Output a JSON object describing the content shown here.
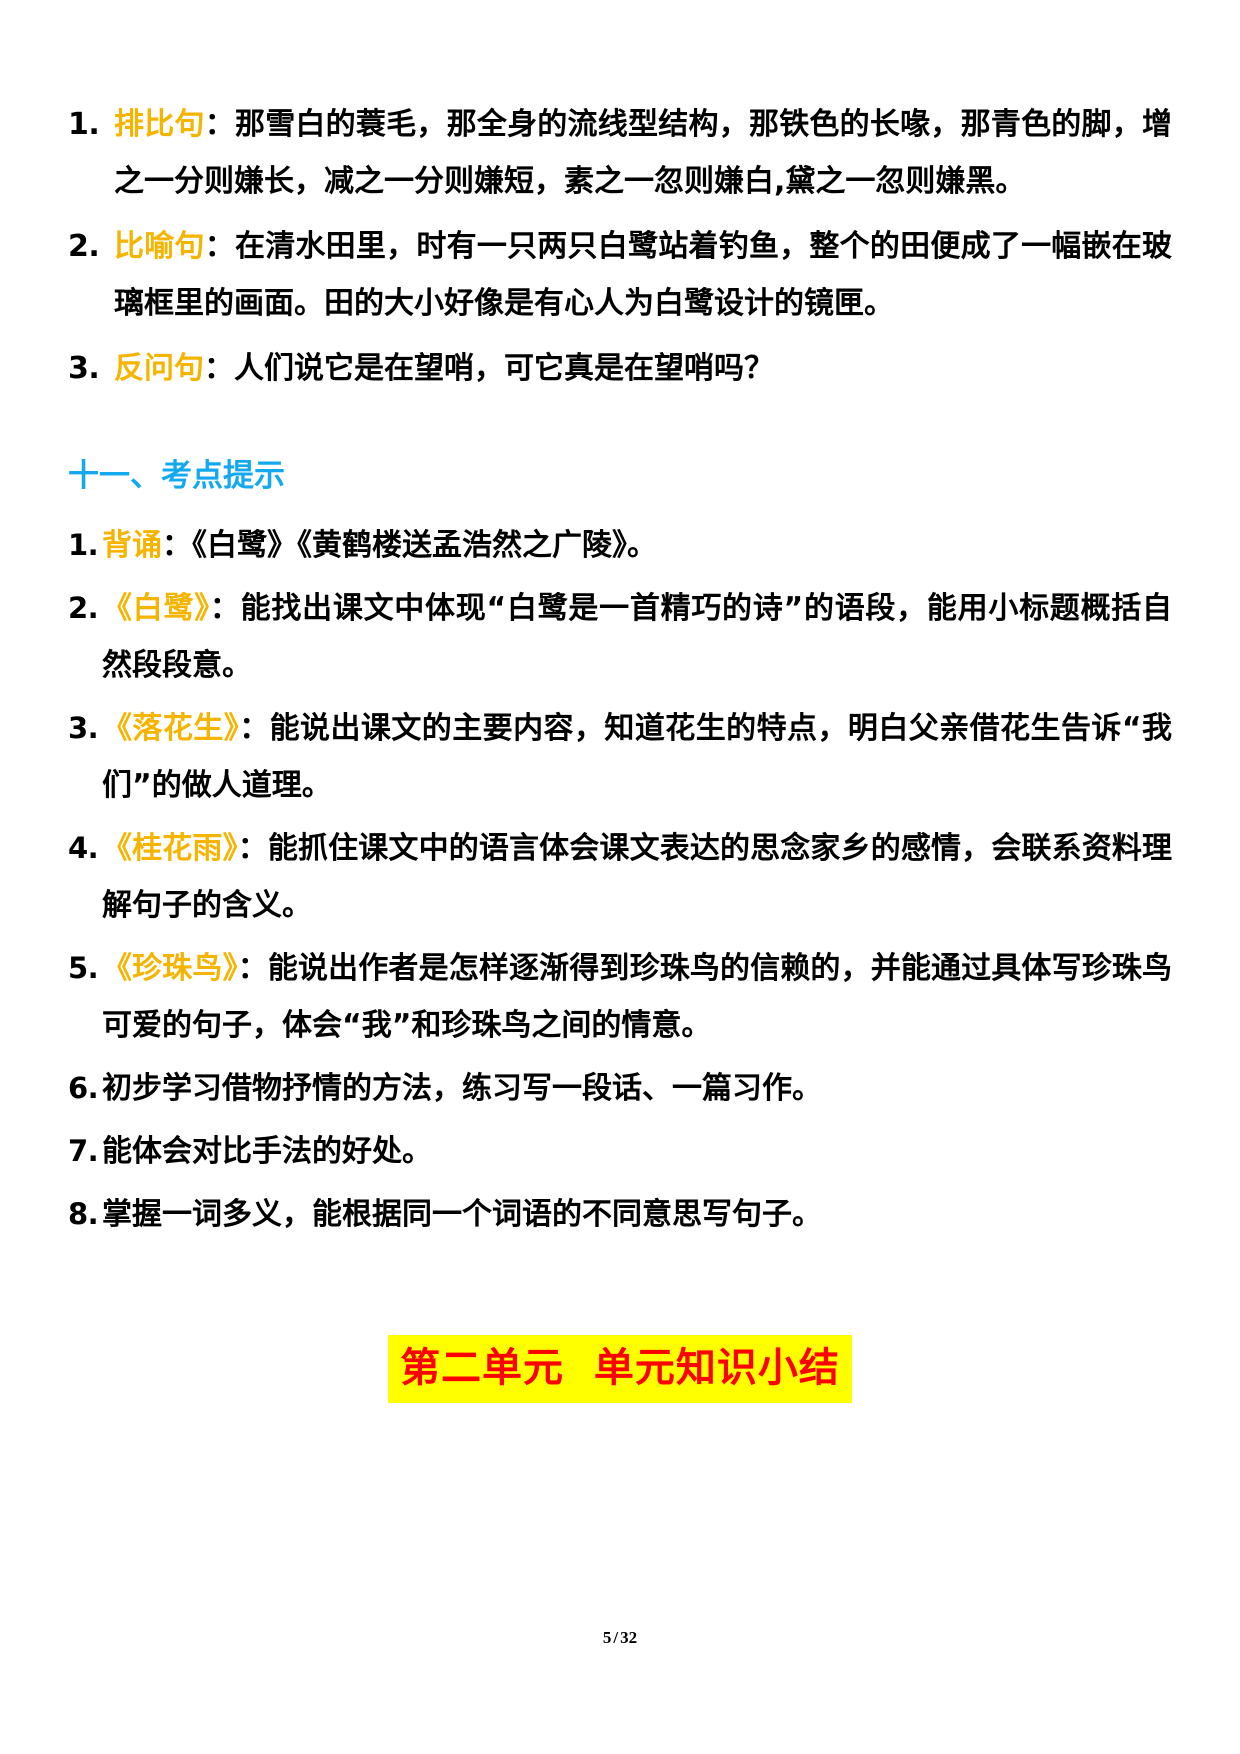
{
  "document": {
    "page_label": "5",
    "page_separator": "/",
    "page_total": "32"
  },
  "colors": {
    "tag_yellow": "#F5B400",
    "heading_cyan": "#14A9EF",
    "banner_bg": "#FFFF00",
    "banner_text": "#FF0000",
    "body_text": "#000000"
  },
  "sentence_types": {
    "items": [
      {
        "num": "1.",
        "tag": "排比句",
        "tag_color": "yellow",
        "text": "：那雪白的蓑毛，那全身的流线型结构，那铁色的长喙，那青色的脚，增之一分则嫌长，减之一分则嫌短，素之一忽则嫌白,黛之一忽则嫌黑。"
      },
      {
        "num": "2.",
        "tag": "比喻句",
        "tag_color": "yellow",
        "text": "：在清水田里，时有一只两只白鹭站着钓鱼，整个的田便成了一幅嵌在玻璃框里的画面。田的大小好像是有心人为白鹭设计的镜匣。"
      },
      {
        "num": "3.",
        "tag": "反问句",
        "tag_color": "yellow",
        "text": "：人们说它是在望哨，可它真是在望哨吗？"
      }
    ]
  },
  "kaodian_section": {
    "heading": "十一、考点提示",
    "items": [
      {
        "num": "1.",
        "tag": "背诵",
        "tag_color": "yellow",
        "text": "：《白鹭》《黄鹤楼送孟浩然之广陵》。"
      },
      {
        "num": "2.",
        "tag": "《白鹭》",
        "tag_color": "yellow",
        "text": "：能找出课文中体现“白鹭是一首精巧的诗”的语段，能用小标题概括自然段段意。"
      },
      {
        "num": "3.",
        "tag": "《落花生》",
        "tag_color": "yellow",
        "text": "：能说出课文的主要内容，知道花生的特点，明白父亲借花生告诉“我们”的做人道理。"
      },
      {
        "num": "4.",
        "tag": "《桂花雨》",
        "tag_color": "yellow",
        "text": "：能抓住课文中的语言体会课文表达的思念家乡的感情，会联系资料理解句子的含义。"
      },
      {
        "num": "5.",
        "tag": "《珍珠鸟》",
        "tag_color": "yellow",
        "text": "：能说出作者是怎样逐渐得到珍珠鸟的信赖的，并能通过具体写珍珠鸟可爱的句子，体会“我”和珍珠鸟之间的情意。"
      },
      {
        "num": "6.",
        "tag": "",
        "tag_color": "none",
        "text": "初步学习借物抒情的方法，练习写一段话、一篇习作。"
      },
      {
        "num": "7.",
        "tag": "",
        "tag_color": "none",
        "text": "能体会对比手法的好处。"
      },
      {
        "num": "8.",
        "tag": "",
        "tag_color": "none",
        "text": "掌握一词多义，能根据同一个词语的不同意思写句子。"
      }
    ]
  },
  "banner": {
    "title": "第二单元  单元知识小结"
  }
}
